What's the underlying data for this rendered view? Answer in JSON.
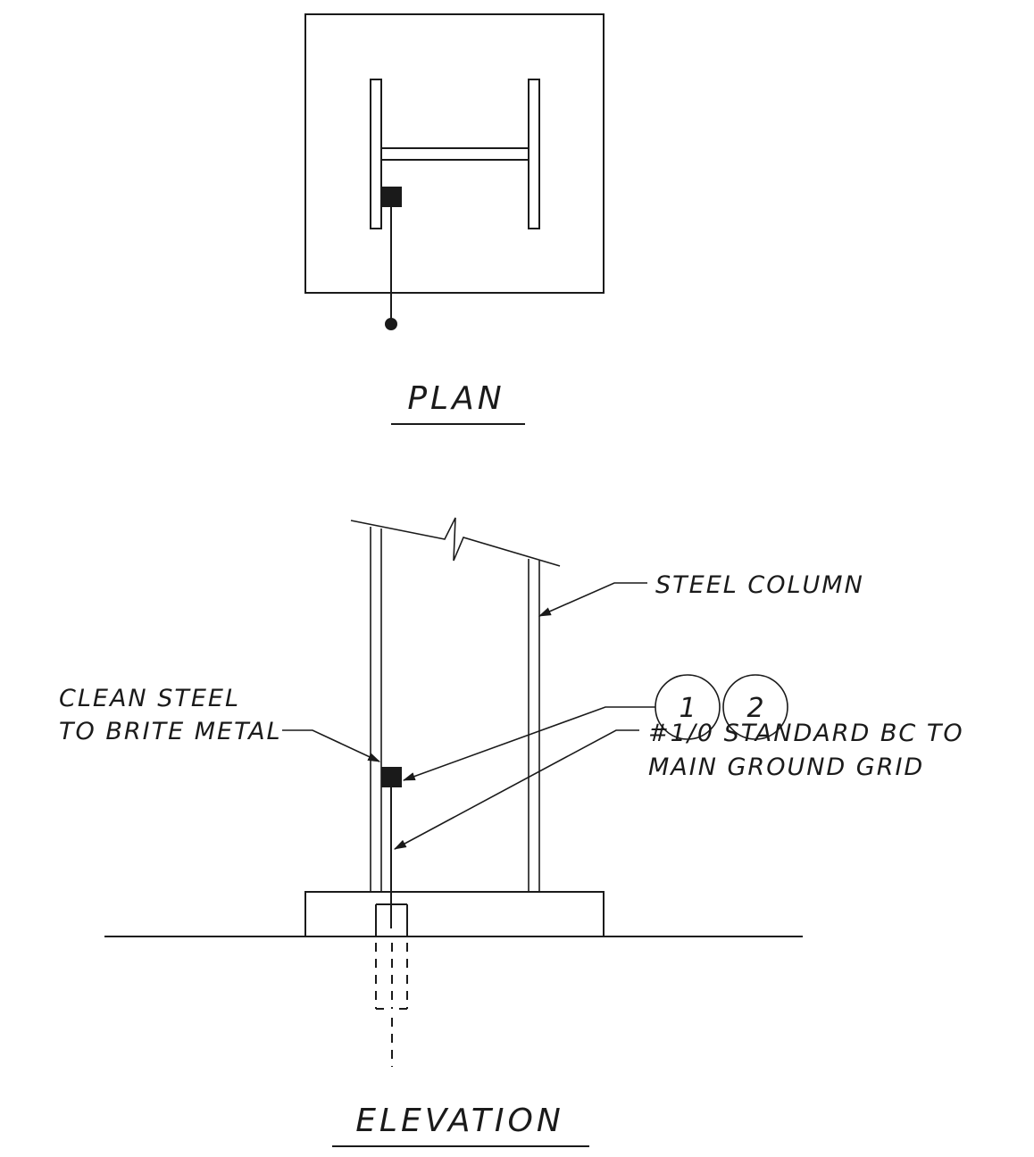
{
  "plan": {
    "title": "PLAN"
  },
  "elevation": {
    "title": "ELEVATION",
    "callouts": {
      "steel_column": "STEEL COLUMN",
      "clean_steel_line1": "CLEAN STEEL",
      "clean_steel_line2": "TO BRITE METAL",
      "conductor_line1": "#1/0 STANDARD BC TO",
      "conductor_line2": "MAIN GROUND GRID"
    },
    "detail_bubbles": [
      "1",
      "2"
    ]
  },
  "colors": {
    "ink": "#1a1a1a",
    "paper": "#ffffff"
  }
}
